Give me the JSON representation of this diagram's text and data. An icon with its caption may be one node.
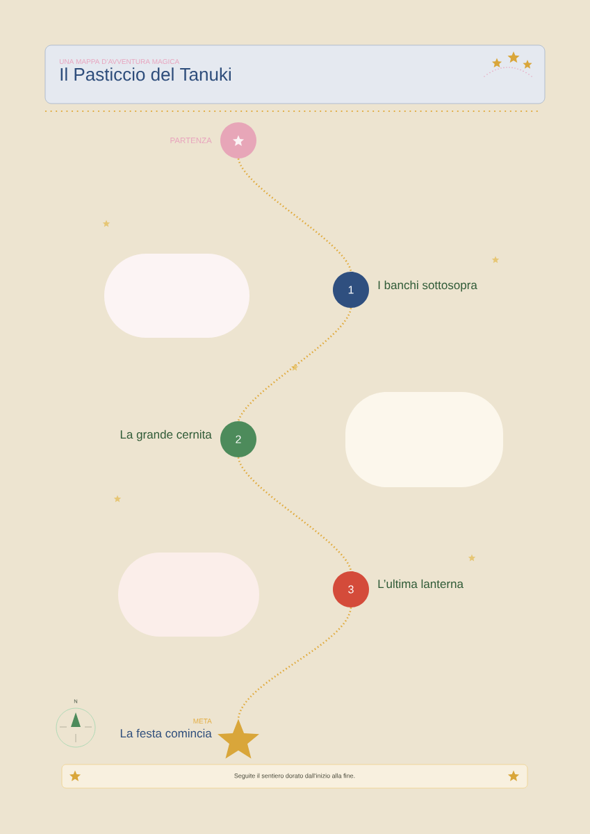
{
  "diagram": {
    "nodes": [
      {
        "text": [
          "UNA MAPPA D’AVVENTURA MAGICA",
          "Il Pasticcio del Tanuki"
        ]
      },
      {
        "text": [],
        "shape": "circle",
        "beside": [
          "PARTENZA"
        ]
      },
      {
        "text": [
          "1"
        ],
        "beside": [
          "I banchi sottosopra"
        ]
      },
      {
        "text": [
          "2"
        ],
        "beside": [
          "La grande cernita"
        ]
      },
      {
        "text": [
          "3"
        ],
        "beside": [
          "L’ultima lanterna"
        ]
      },
      {
        "text": [],
        "shape": "star",
        "beside": [
          "META",
          "La festa comincia"
        ]
      },
      {
        "text": [
          "Seguite il sentiero dorato dall'inizio alla fine."
        ]
      }
    ],
    "edges": [
      {
        "from": 1,
        "to": 2,
        "arrow": "none"
      },
      {
        "from": 2,
        "to": 3,
        "arrow": "none"
      },
      {
        "from": 3,
        "to": 4,
        "arrow": "none"
      },
      {
        "from": 4,
        "to": 5,
        "arrow": "none"
      }
    ],
    "labels": [
      "N"
    ]
  }
}
